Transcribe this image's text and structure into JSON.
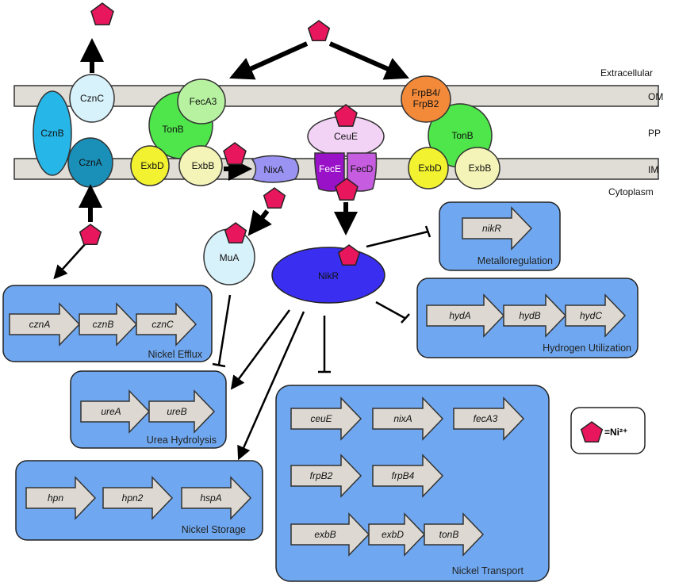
{
  "compartments": {
    "extracellular": "Extracellular",
    "om": "OM",
    "pp": "PP",
    "im": "IM",
    "cytoplasm": "Cytoplasm"
  },
  "proteins": {
    "czn_c": "CznC",
    "czn_b": "CznB",
    "czn_a": "CznA",
    "fec_a3": "FecA3",
    "ton_b_left": "TonB",
    "exb_d_left": "ExbD",
    "exb_b_left": "ExbB",
    "nix_a": "NixA",
    "ceu_e": "CeuE",
    "fec_e": "FecE",
    "fec_d": "FecD",
    "frp_b": "FrpB4/\nFrpB2",
    "ton_b_right": "TonB",
    "exb_d_right": "ExbD",
    "exb_b_right": "ExbB",
    "mua": "MuA",
    "nikr": "NikR"
  },
  "operons": {
    "efflux": {
      "genes": [
        "cznA",
        "cznB",
        "cznC"
      ],
      "title": "Nickel Efflux"
    },
    "metalloregulation": {
      "genes": [
        "nikR"
      ],
      "title": "Metalloregulation"
    },
    "hydrogen": {
      "genes": [
        "hydA",
        "hydB",
        "hydC"
      ],
      "title": "Hydrogen Utilization"
    },
    "urea": {
      "genes": [
        "ureA",
        "ureB"
      ],
      "title": "Urea Hydrolysis"
    },
    "storage": {
      "genes": [
        "hpn",
        "hpn2",
        "hspA"
      ],
      "title": "Nickel Storage"
    },
    "transport": {
      "row1": [
        "ceuE",
        "nixA",
        "fecA3"
      ],
      "row2": [
        "frpB2",
        "frpB4"
      ],
      "row3": [
        "exbB",
        "exbD",
        "tonB"
      ],
      "title": "Nickel Transport"
    }
  },
  "legend": {
    "label": "=Ni²⁺"
  },
  "colors": {
    "nickel": "#e8175d",
    "membrane": "#e0ddd6",
    "operon_box": "#6fa8f0",
    "gene_arrow": "#ddd8d2",
    "nikr": "#3a2ff0"
  }
}
